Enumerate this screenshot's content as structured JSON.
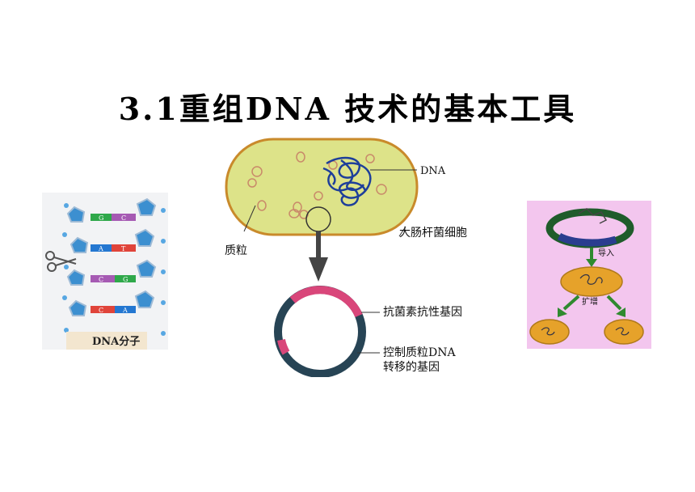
{
  "slide": {
    "title": "3.1重组DNA 技术的基本工具"
  },
  "dna_panel": {
    "caption": "DNA分子",
    "base_labels": [
      "G",
      "C",
      "A",
      "T",
      "C",
      "G",
      "C",
      "A"
    ]
  },
  "bacterium_panel": {
    "label_dna": "DNA",
    "label_plasmid": "质粒",
    "label_cell": "大肠杆菌细胞",
    "label_resistance_gene": "抗菌素抗性基因",
    "label_transfer_gene_line1": "控制质粒DNA",
    "label_transfer_gene_line2": "转移的基因"
  },
  "cloning_panel": {
    "label_import": "导入",
    "label_amplify": "扩增"
  },
  "colors": {
    "cell_fill": "#dde389",
    "cell_border": "#c98a2b",
    "chromosome": "#1e3f9a",
    "plasmid_pink": "#d9467a",
    "plasmid_dark": "#274455",
    "cloning_bg": "#f3c6ee",
    "arrow_green": "#2f8a2f",
    "colony_orange": "#e6a22a"
  }
}
